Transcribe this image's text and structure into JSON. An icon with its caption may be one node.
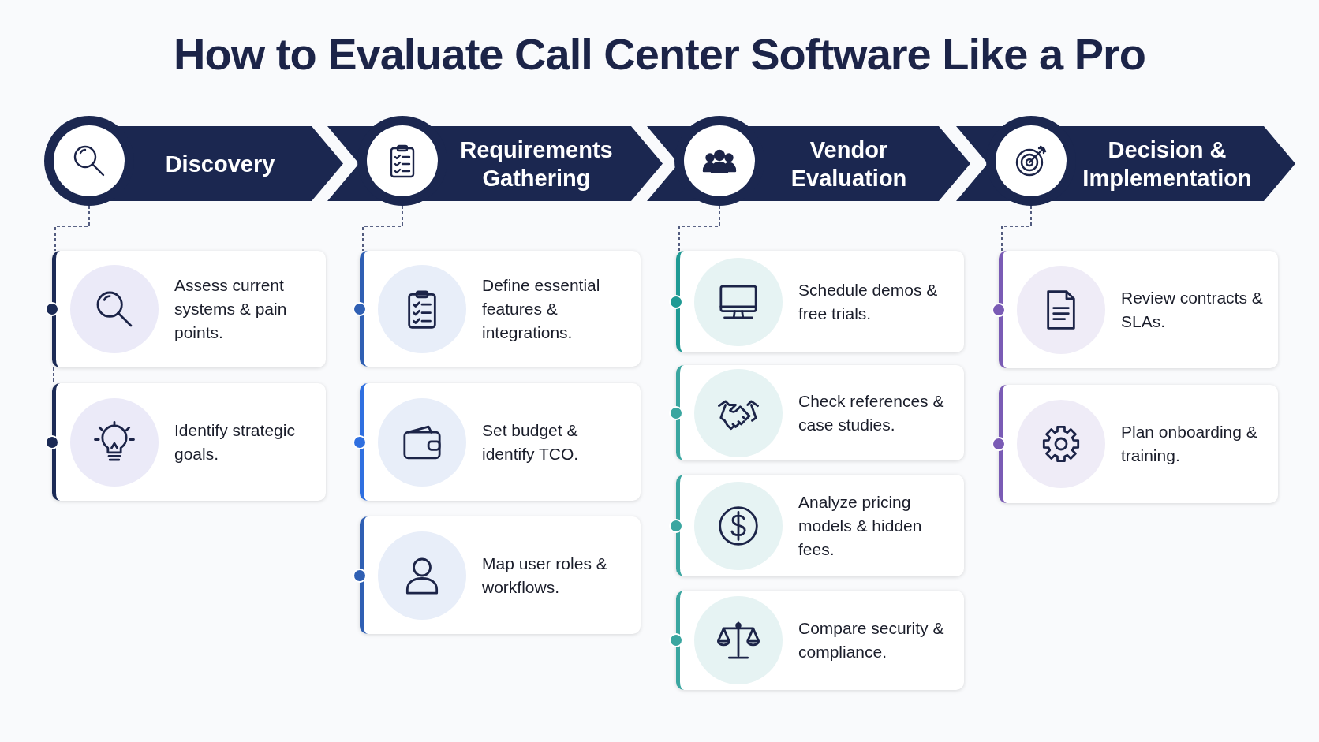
{
  "diagram": {
    "title": "How to Evaluate Call Center Software Like a Pro",
    "nodes": [
      {
        "text": [
          "Discovery"
        ]
      },
      {
        "text": [
          "Requirements Gathering"
        ]
      },
      {
        "text": [
          "Vendor Evaluation"
        ]
      },
      {
        "text": [
          "Decision & Implementation"
        ]
      },
      {
        "text": [
          "Assess current systems & pain points."
        ]
      },
      {
        "text": [
          "Identify strategic goals."
        ]
      },
      {
        "text": [
          "Define essential features & integrations."
        ]
      },
      {
        "text": [
          "Set budget & identify TCO."
        ]
      },
      {
        "text": [
          "Map user roles & workflows."
        ]
      },
      {
        "text": [
          "Schedule demos & free trials."
        ]
      },
      {
        "text": [
          "Check references & case studies."
        ]
      },
      {
        "text": [
          "Analyze pricing models & hidden fees."
        ]
      },
      {
        "text": [
          "Compare security & compliance."
        ]
      },
      {
        "text": [
          "Review contracts & SLAs."
        ]
      },
      {
        "text": [
          "Plan onboarding & training."
        ]
      }
    ],
    "edges": [
      {
        "from": 0,
        "to": 4,
        "arrow": "none",
        "style": "dashed"
      },
      {
        "from": 4,
        "to": 5,
        "arrow": "none",
        "style": "dashed"
      },
      {
        "from": 1,
        "to": 6,
        "arrow": "none",
        "style": "dashed"
      },
      {
        "from": 2,
        "to": 9,
        "arrow": "none",
        "style": "dashed"
      },
      {
        "from": 3,
        "to": 13,
        "arrow": "none",
        "style": "dashed"
      }
    ]
  }
}
